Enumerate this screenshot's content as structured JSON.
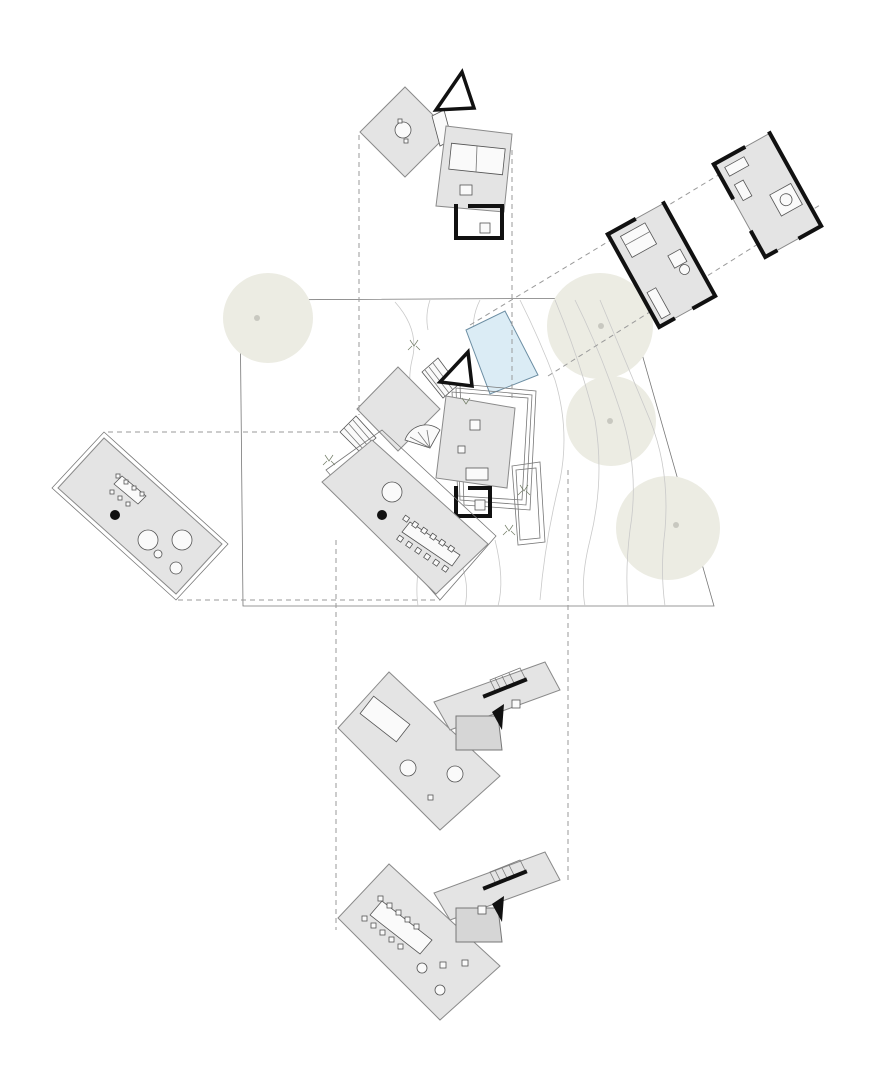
{
  "drawing": {
    "description_visible_text": "",
    "colors": {
      "room_fill": "#e4e4e4",
      "pool_fill": "#dbecf5",
      "tree_fill": "#ecece3",
      "wall": "#111111"
    },
    "views": [
      "top-floor-plan",
      "east-floor-plans",
      "site-plan",
      "west-floor-plan",
      "lower-floor-plan-1",
      "lower-floor-plan-2"
    ],
    "icons": [
      "north-arrow-icon",
      "north-arrow-icon",
      "north-arrow-icon",
      "north-arrow-icon"
    ]
  }
}
